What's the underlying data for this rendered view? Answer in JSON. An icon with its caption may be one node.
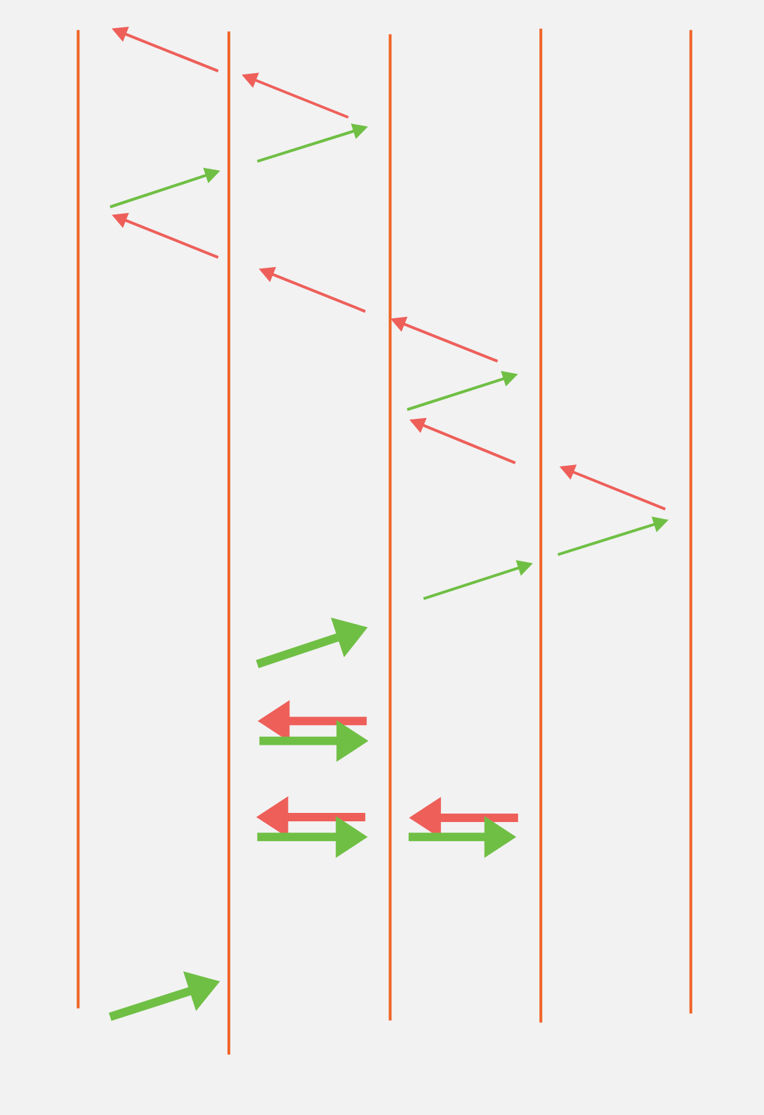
{
  "diagram": {
    "nodes": [
      {
        "text": [],
        "shape": "line"
      },
      {
        "text": [],
        "shape": "line"
      },
      {
        "text": [],
        "shape": "line"
      },
      {
        "text": [],
        "shape": "line"
      },
      {
        "text": [],
        "shape": "line"
      }
    ],
    "edges": [
      {
        "from": 1,
        "to": 0,
        "arrow": "to",
        "color": "#ee5f5a"
      },
      {
        "from": 2,
        "to": 1,
        "arrow": "to",
        "color": "#ee5f5a"
      },
      {
        "from": 1,
        "to": 2,
        "arrow": "to",
        "color": "#6fbf44"
      },
      {
        "from": 0,
        "to": 1,
        "arrow": "to",
        "color": "#6fbf44"
      },
      {
        "from": 1,
        "to": 0,
        "arrow": "to",
        "color": "#ee5f5a"
      },
      {
        "from": 2,
        "to": 1,
        "arrow": "to",
        "color": "#ee5f5a"
      },
      {
        "from": 3,
        "to": 2,
        "arrow": "to",
        "color": "#ee5f5a"
      },
      {
        "from": 2,
        "to": 3,
        "arrow": "to",
        "color": "#6fbf44"
      },
      {
        "from": 3,
        "to": 2,
        "arrow": "to",
        "color": "#ee5f5a"
      },
      {
        "from": 4,
        "to": 3,
        "arrow": "to",
        "color": "#ee5f5a"
      },
      {
        "from": 3,
        "to": 4,
        "arrow": "to",
        "color": "#6fbf44"
      },
      {
        "from": 2,
        "to": 3,
        "arrow": "to",
        "color": "#6fbf44"
      },
      {
        "from": 1,
        "to": 2,
        "arrow": "to",
        "style": "thick",
        "color": "#6fbf44"
      },
      {
        "from": 2,
        "to": 1,
        "arrow": "to",
        "style": "thick",
        "color": "#ee5f5a"
      },
      {
        "from": 1,
        "to": 2,
        "arrow": "to",
        "style": "thick",
        "color": "#6fbf44"
      },
      {
        "from": 2,
        "to": 1,
        "arrow": "to",
        "style": "thick",
        "color": "#ee5f5a"
      },
      {
        "from": 1,
        "to": 2,
        "arrow": "to",
        "style": "thick",
        "color": "#6fbf44"
      },
      {
        "from": 3,
        "to": 2,
        "arrow": "to",
        "style": "thick",
        "color": "#ee5f5a"
      },
      {
        "from": 2,
        "to": 3,
        "arrow": "to",
        "style": "thick",
        "color": "#6fbf44"
      },
      {
        "from": 0,
        "to": 1,
        "arrow": "to",
        "style": "thick",
        "color": "#6fbf44"
      }
    ]
  }
}
